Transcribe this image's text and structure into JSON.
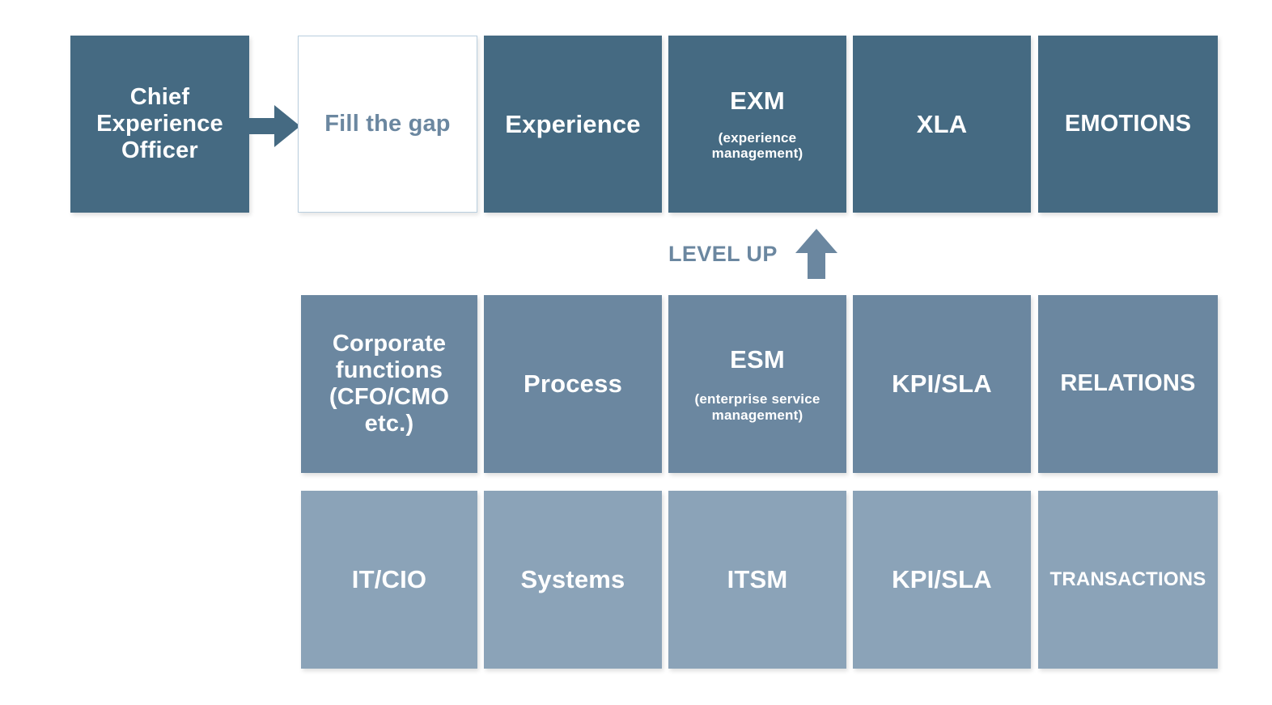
{
  "diagram": {
    "title": "Experience maturity level-up diagram",
    "colors": {
      "dark": "#456a82",
      "mid": "#6b87a0",
      "light": "#8ba3b8",
      "blank_border": "#b9cede",
      "text_on_fill": "#ffffff",
      "background": "#ffffff"
    },
    "connector": {
      "cxo_arrow_name": "right-arrow-icon",
      "level_up_label": "LEVEL UP",
      "level_up_arrow_name": "up-arrow-icon"
    },
    "rows": [
      {
        "id": "experience-row",
        "tone": "dark",
        "cells": [
          {
            "id": "chief-experience-officer",
            "title": "Chief\nExperience\nOfficer",
            "sub": "",
            "tone": "dark",
            "size": "t-md"
          },
          {
            "id": "fill-the-gap",
            "title": "Fill the gap",
            "sub": "",
            "tone": "blank",
            "size": "t-md"
          },
          {
            "id": "experience",
            "title": "Experience",
            "sub": "",
            "tone": "dark",
            "size": "t-lg"
          },
          {
            "id": "exm",
            "title": "EXM",
            "sub": "(experience\nmanagement)",
            "tone": "dark",
            "size": "t-lg"
          },
          {
            "id": "xla",
            "title": "XLA",
            "sub": "",
            "tone": "dark",
            "size": "t-lg"
          },
          {
            "id": "emotions",
            "title": "EMOTIONS",
            "sub": "",
            "tone": "dark",
            "size": "t-md"
          }
        ]
      },
      {
        "id": "service-row",
        "tone": "mid",
        "cells": [
          {
            "id": "corporate-functions",
            "title": "Corporate\nfunctions\n(CFO/CMO\netc.)",
            "sub": "",
            "tone": "mid",
            "size": "t-md"
          },
          {
            "id": "process",
            "title": "Process",
            "sub": "",
            "tone": "mid",
            "size": "t-lg"
          },
          {
            "id": "esm",
            "title": "ESM",
            "sub": "(enterprise service\nmanagement)",
            "tone": "mid",
            "size": "t-lg"
          },
          {
            "id": "kpi-sla-mid",
            "title": "KPI/SLA",
            "sub": "",
            "tone": "mid",
            "size": "t-lg"
          },
          {
            "id": "relations",
            "title": "RELATIONS",
            "sub": "",
            "tone": "mid",
            "size": "t-md"
          }
        ]
      },
      {
        "id": "it-row",
        "tone": "light",
        "cells": [
          {
            "id": "it-cio",
            "title": "IT/CIO",
            "sub": "",
            "tone": "light",
            "size": "t-lg"
          },
          {
            "id": "systems",
            "title": "Systems",
            "sub": "",
            "tone": "light",
            "size": "t-lg"
          },
          {
            "id": "itsm",
            "title": "ITSM",
            "sub": "",
            "tone": "light",
            "size": "t-lg"
          },
          {
            "id": "kpi-sla-light",
            "title": "KPI/SLA",
            "sub": "",
            "tone": "light",
            "size": "t-lg"
          },
          {
            "id": "transactions",
            "title": "TRANSACTIONS",
            "sub": "",
            "tone": "light",
            "size": "t-xs"
          }
        ]
      }
    ]
  }
}
